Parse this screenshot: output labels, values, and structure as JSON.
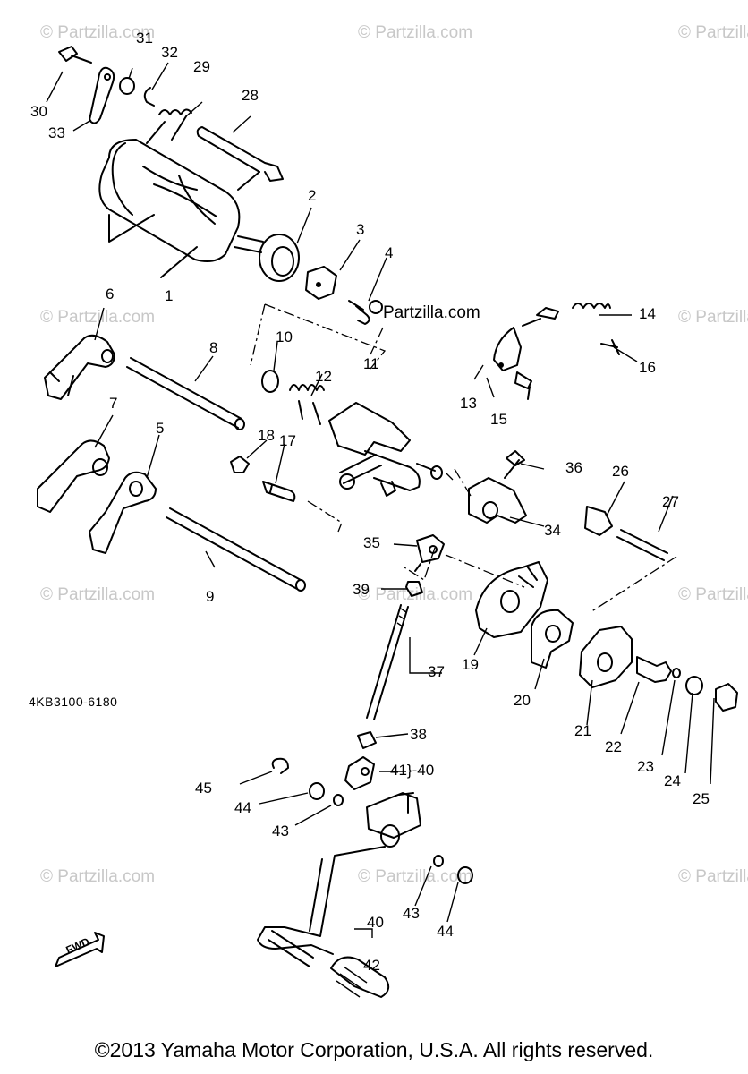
{
  "watermark": "© Partzilla.com",
  "brand_mark": "Partzilla.com",
  "diagram_code": "4KB3100-6180",
  "fwd_label": "FWD",
  "copyright": "©2013 Yamaha Motor Corporation, U.S.A. All rights reserved.",
  "callouts": [
    "1",
    "2",
    "3",
    "4",
    "5",
    "6",
    "7",
    "8",
    "9",
    "10",
    "11",
    "12",
    "13",
    "14",
    "15",
    "16",
    "17",
    "18",
    "19",
    "20",
    "21",
    "22",
    "23",
    "24",
    "25",
    "26",
    "27",
    "28",
    "29",
    "30",
    "31",
    "32",
    "33",
    "34",
    "35",
    "36",
    "37",
    "38",
    "39",
    "40",
    "41",
    "42",
    "43",
    "44",
    "45"
  ],
  "callout_41_40": "41}-40"
}
